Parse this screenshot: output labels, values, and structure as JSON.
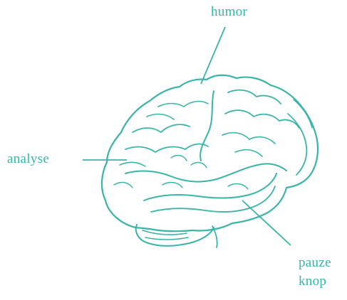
{
  "accent_color": "#39b5a8",
  "labels": {
    "humor": "humor",
    "analyse": "analyse",
    "pauze": "pauze",
    "knop": "knop"
  },
  "icons": {
    "brain": "brain-icon"
  }
}
